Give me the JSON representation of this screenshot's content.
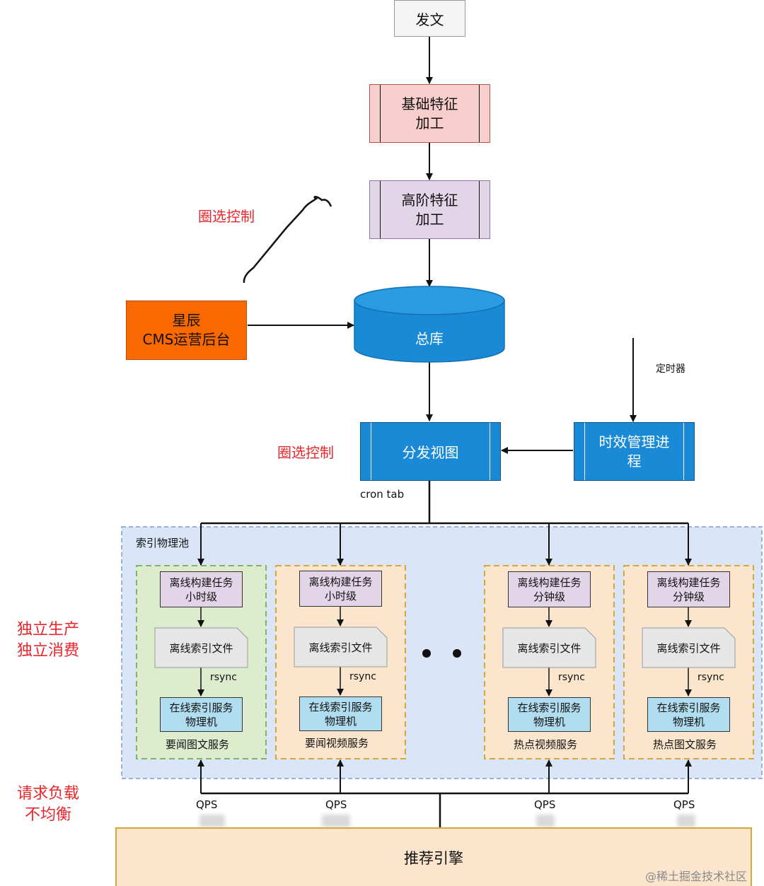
{
  "top": {
    "post": "发文",
    "basic_feature": "基础特征\n加工",
    "advanced_feature": "高阶特征\n加工",
    "cms": "星辰\nCMS运营后台",
    "main_db": "总库",
    "timer": "定时器",
    "dispatch_view": "分发视图",
    "timeliness": "时效管理进\n程",
    "cron": "cron tab",
    "circle_control_1": "圈选控制",
    "circle_control_2": "圈选控制"
  },
  "pool": {
    "title": "索引物理池",
    "services": [
      {
        "task": "离线构建任务\n小时级",
        "file": "离线索引文件",
        "rsync": "rsync",
        "online": "在线索引服务\n物理机",
        "name": "要闻图文服务",
        "qps": "QPS"
      },
      {
        "task": "离线构建任务\n小时级",
        "file": "离线索引文件",
        "rsync": "rsync",
        "online": "在线索引服务\n物理机",
        "name": "要闻视频服务",
        "qps": "QPS"
      },
      {
        "task": "离线构建任务\n分钟级",
        "file": "离线索引文件",
        "rsync": "rsync",
        "online": "在线索引服务\n物理机",
        "name": "热点视频服务",
        "qps": "QPS"
      },
      {
        "task": "离线构建任务\n分钟级",
        "file": "离线索引文件",
        "rsync": "rsync",
        "online": "在线索引服务\n物理机",
        "name": "热点图文服务",
        "qps": "QPS"
      }
    ]
  },
  "side_labels": {
    "independent": "独立生产\n独立消费",
    "unbalanced": "请求负载\n不均衡"
  },
  "engine": "推荐引擎",
  "watermark": "@稀土掘金技术社区"
}
